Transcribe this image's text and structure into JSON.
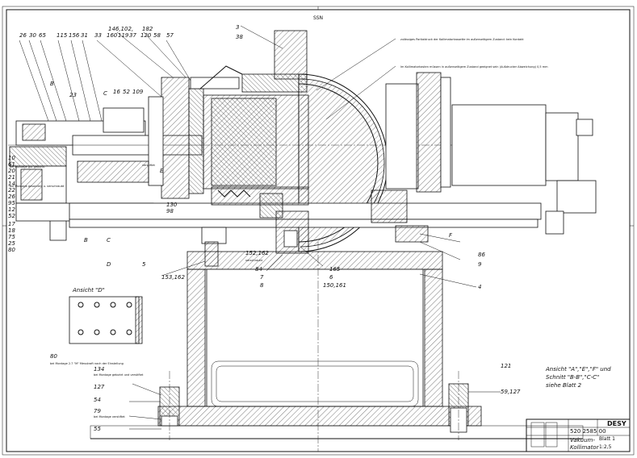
{
  "drawing": {
    "top_center_label": "SSN",
    "callouts_top": [
      "26",
      "30",
      "65",
      "115",
      "156",
      "31",
      "33",
      "146,102,",
      "160",
      "119",
      "37",
      "120",
      "58",
      "57",
      "182",
      "3",
      "38"
    ],
    "callouts_left": [
      "10",
      "61",
      "20",
      "21",
      "14",
      "22",
      "26",
      "95",
      "12",
      "52",
      "17",
      "18",
      "75",
      "25",
      "80"
    ],
    "callouts_mid": [
      "23",
      "C",
      "16",
      "52",
      "109",
      "B",
      "130",
      "98"
    ],
    "callouts_lower": [
      "5",
      "153,162",
      "152,162",
      "7",
      "8",
      "84",
      "165",
      "6",
      "150,161",
      "86",
      "9",
      "4",
      "121",
      "134",
      "127",
      "54",
      "79",
      "55",
      "59,127",
      "80"
    ],
    "section_marks": [
      "B",
      "C",
      "D",
      "E",
      "F"
    ],
    "notes": {
      "note_top_1": "zulässiges Partialdruck der Kollimatorkassette im außenseitigem Zustand: kein Kontakt",
      "note_top_2": "Im Kollimatorkasten müssen in außenseitigem Zustand geeignet sein (Außdrucker Abweichung) 0,5 mm",
      "lbl_bei_montage": "bei Montage gut gebohrt",
      "lbl_gesondert": "bei Montage gesondert u. verschraubt",
      "lbl_verstiftet": "verstiftet",
      "lbl_80_note": "bei Montage 2.7 \"M\" Messkraft nach der Einstellung",
      "lbl_134_note": "bei Montage gebohrt und verstiftet",
      "lbl_79_note": "bei Montage verstiftet",
      "lbl_152_note": "verschraubt"
    },
    "view_title": "Ansicht \"D\"",
    "side_note": [
      "Ansicht \"A\",\"E\",\"F\" und",
      "Schnitt \"B-B\",\"C-C\"",
      "siehe Blatt 2"
    ]
  },
  "title_block": {
    "company": "DESY",
    "drawing_number": "520 2585 00",
    "sheet": "Blatt 1",
    "title_line1": "Vakuum-",
    "title_line2": "Kollimator",
    "scale_note": "1:2,5"
  }
}
